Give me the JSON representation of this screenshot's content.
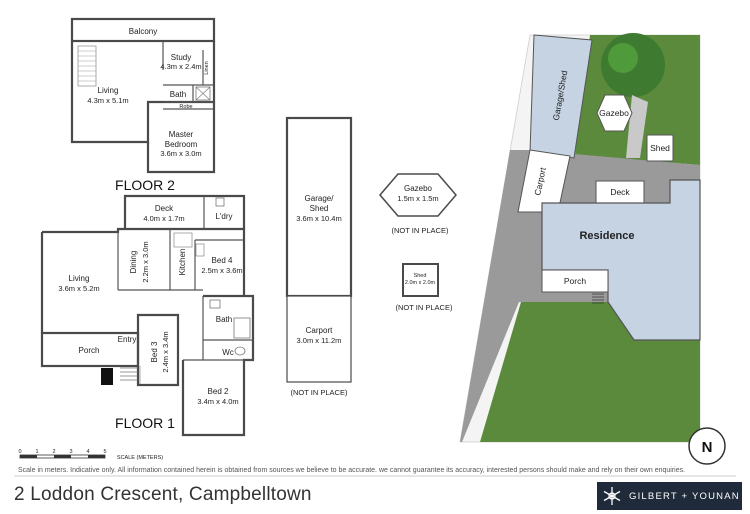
{
  "floor2": {
    "title": "FLOOR 2",
    "balcony": "Balcony",
    "living_name": "Living",
    "living_dim": "4.3m x 5.1m",
    "study_name": "Study",
    "study_dim": "4.3m x 2.4m",
    "bath": "Bath",
    "robe": "Robe",
    "linen": "Linen",
    "master_name": "Master",
    "master_name2": "Bedroom",
    "master_dim": "3.6m x 3.0m"
  },
  "floor1": {
    "title": "FLOOR 1",
    "deck_name": "Deck",
    "deck_dim": "4.0m x 1.7m",
    "laundry": "L'dry",
    "living_name": "Living",
    "living_dim": "3.6m x 5.2m",
    "dining": "Dining",
    "dining_dim": "2.2m x 3.0m",
    "kitchen": "Kitchen",
    "bed4_name": "Bed 4",
    "bed4_dim": "2.5m x 3.6m",
    "bath": "Bath",
    "wc": "Wc",
    "entry": "Entry",
    "porch": "Porch",
    "bed3_name": "Bed 3",
    "bed3_dim": "2.4m x 3.4m",
    "bed2_name": "Bed 2",
    "bed2_dim": "3.4m x 4.0m"
  },
  "outbuildings": {
    "garage_name": "Garage/",
    "garage_name2": "Shed",
    "garage_dim": "3.6m x 10.4m",
    "carport_name": "Carport",
    "carport_dim": "3.0m x 11.2m",
    "carport_note": "(NOT IN PLACE)",
    "gazebo_name": "Gazebo",
    "gazebo_dim": "1.5m x 1.5m",
    "gazebo_note": "(NOT IN PLACE)",
    "shed_name": "Shed",
    "shed_dim": "2.0m x 2.0m",
    "shed_note": "(NOT IN PLACE)"
  },
  "siteplan": {
    "garage_shed": "Garage/Shed",
    "gazebo": "Gazebo",
    "shed": "Shed",
    "carport": "Carport",
    "deck": "Deck",
    "residence": "Residence",
    "porch": "Porch"
  },
  "scale": {
    "ticks": [
      "0",
      "1",
      "2",
      "3",
      "4",
      "5"
    ],
    "label": "SCALE (METERS)"
  },
  "disclaimer": "Scale in meters. Indicative only. All information contained herein is obtained from sources we believe to be accurate. we cannot guarantee its accuracy, interested persons should make and rely on their own enquiries.",
  "address": "2 Loddon Crescent, Campbelltown",
  "agency": "GILBERT + YOUNAN",
  "colors": {
    "wall": "#4a4a4a",
    "grass": "#5b8a3c",
    "road": "#9a9a9a",
    "building": "#c5d3e3",
    "logo_bg": "#1f2b3a"
  }
}
